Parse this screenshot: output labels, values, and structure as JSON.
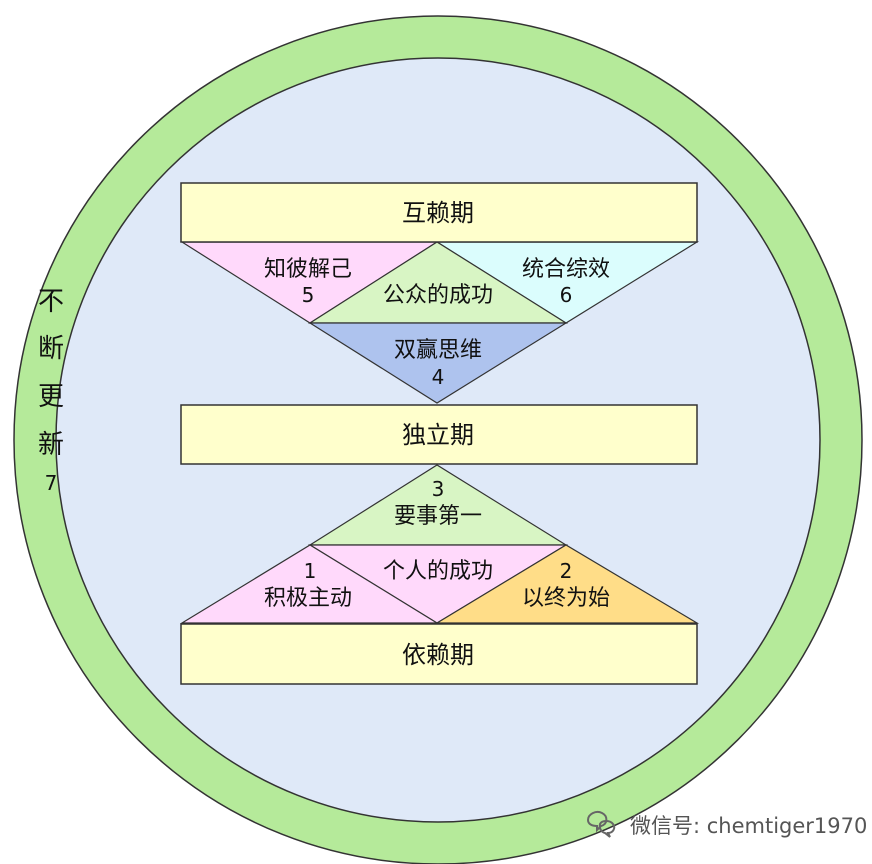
{
  "colors": {
    "ring": "#b5ea9a",
    "inner": "#dfe9f8",
    "stroke": "#333333",
    "bar": "#ffffcc",
    "pink": "#ffd9fb",
    "cyan": "#dbfdfd",
    "green": "#d8f5c4",
    "blue": "#aec3ee",
    "orange": "#ffdd88"
  },
  "stages": {
    "interdependence": "互赖期",
    "independence": "独立期",
    "dependence": "依赖期"
  },
  "upper": {
    "habit5_label": "知彼解己",
    "habit5_num": "5",
    "public_victory": "公众的成功",
    "habit6_label": "统合综效",
    "habit6_num": "6",
    "habit4_label": "双赢思维",
    "habit4_num": "4"
  },
  "lower": {
    "habit3_num": "3",
    "habit3_label": "要事第一",
    "private_victory": "个人的成功",
    "habit1_num": "1",
    "habit1_label": "积极主动",
    "habit2_num": "2",
    "habit2_label": "以终为始"
  },
  "ring_text": {
    "chars": [
      "不",
      "断",
      "更",
      "新"
    ],
    "num": "7"
  },
  "watermark": {
    "icon": "wechat-icon",
    "text": "微信号: chemtiger1970"
  }
}
